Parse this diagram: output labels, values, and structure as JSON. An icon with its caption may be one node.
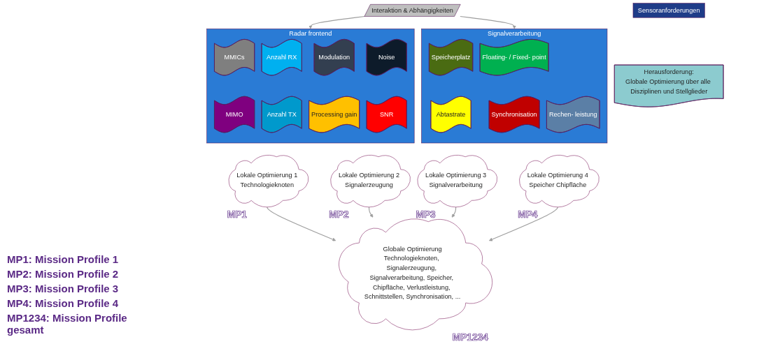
{
  "diagram": {
    "nodes": [
      {
        "text": [
          "Sensoranforderungen"
        ]
      },
      {
        "text": [
          "Radar frontend"
        ]
      },
      {
        "text": [
          "MMICs"
        ],
        "in": 1
      },
      {
        "text": [
          "Anzahl RX"
        ],
        "in": 1
      },
      {
        "text": [
          "Modulation"
        ],
        "in": 1
      },
      {
        "text": [
          "Noise"
        ],
        "in": 1
      },
      {
        "text": [
          "MIMO"
        ],
        "in": 1
      },
      {
        "text": [
          "Anzahl TX"
        ],
        "in": 1
      },
      {
        "text": [
          "Processing gain"
        ],
        "in": 1
      },
      {
        "text": [
          "SNR"
        ],
        "in": 1
      },
      {
        "text": [
          "Interaktion & Abhängigkeiten"
        ]
      },
      {
        "text": [
          "Signalverarbeitung"
        ]
      },
      {
        "text": [
          "Speicherplatz"
        ],
        "in": 11
      },
      {
        "text": [
          "Floating- / Fixed- point"
        ],
        "in": 11
      },
      {
        "text": [
          "Rechen- leistung"
        ],
        "in": 11
      },
      {
        "text": [
          "Abtastrate"
        ],
        "in": 11
      },
      {
        "text": [
          "Synchronisation"
        ],
        "in": 11
      },
      {
        "text": [
          "Herausforderung:",
          "Globale Optimierung über alle Disziplinen und Stellglieder"
        ]
      },
      {
        "text": [
          "Lokale Optimierung 1",
          "Technologieknoten"
        ],
        "beside": [
          "MP1"
        ]
      },
      {
        "text": [
          "Lokale Optimierung 2",
          "Signalerzeugung"
        ],
        "beside": [
          "MP2"
        ]
      },
      {
        "text": [
          "Lokale Optimierung 3",
          "Signalverarbeitung"
        ],
        "beside": [
          "MP3"
        ]
      },
      {
        "text": [
          "Lokale Optimierung 4",
          "Speicher Chipfläche"
        ],
        "beside": [
          "MP4"
        ]
      },
      {
        "text": [
          "Globale Optimierung",
          "Technologieknoten, Signalerzeugung, Signalverarbeitung, Speicher, Chipfläche, Verlustleistung, Schnittstellen, Synchronisation, ..."
        ],
        "beside": [
          "MP1234"
        ]
      }
    ],
    "edges": [
      {
        "from": 10,
        "to": 1,
        "arrow": "to"
      },
      {
        "from": 10,
        "to": 11,
        "arrow": "to"
      },
      {
        "from": 18,
        "to": 22,
        "arrow": "to"
      },
      {
        "from": 19,
        "to": 22,
        "arrow": "to"
      },
      {
        "from": 20,
        "to": 22,
        "arrow": "to"
      },
      {
        "from": 21,
        "to": 22,
        "arrow": "to"
      }
    ],
    "labels": [
      "MP1: Mission Profile 1",
      "MP2: Mission Profile 2",
      "MP3: Mission Profile 3",
      "MP4: Mission Profile 4",
      "MP1234: Mission Profile gesamt"
    ]
  }
}
